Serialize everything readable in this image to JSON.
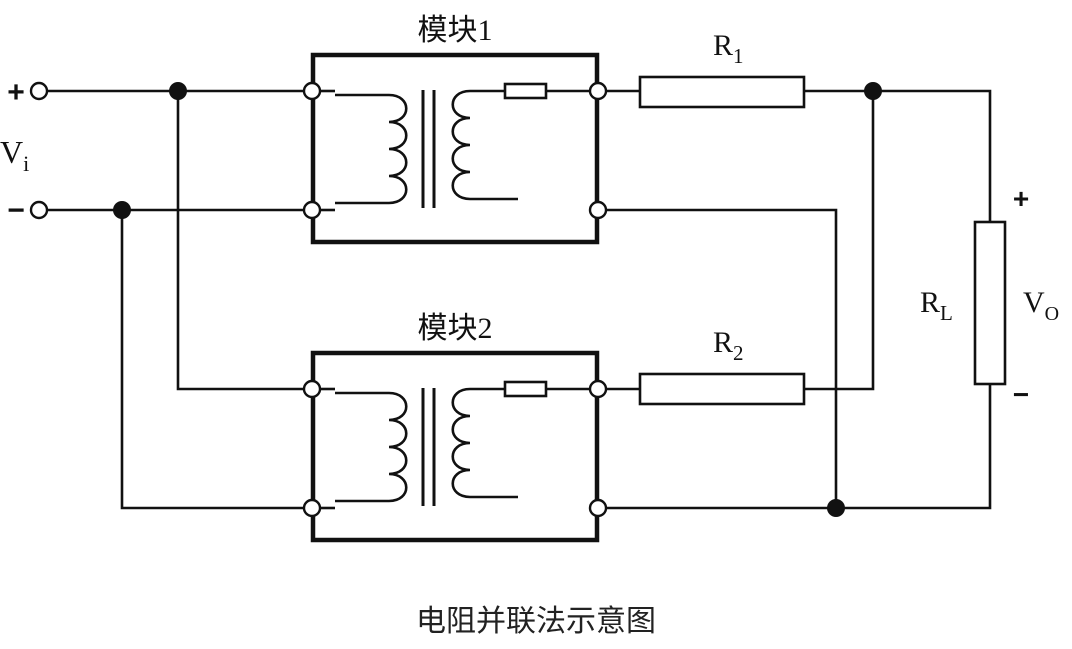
{
  "modules": [
    {
      "title": "模块1"
    },
    {
      "title": "模块2"
    }
  ],
  "resistors": [
    {
      "symbol": "R",
      "subscript": "1"
    },
    {
      "symbol": "R",
      "subscript": "2"
    },
    {
      "symbol": "R",
      "subscript": "L"
    }
  ],
  "input": {
    "plus": "+",
    "minus": "−",
    "symbol": "V",
    "subscript": "i"
  },
  "output": {
    "plus": "+",
    "minus": "−",
    "symbol": "V",
    "subscript": "O"
  },
  "caption": "电阻并联法示意图"
}
